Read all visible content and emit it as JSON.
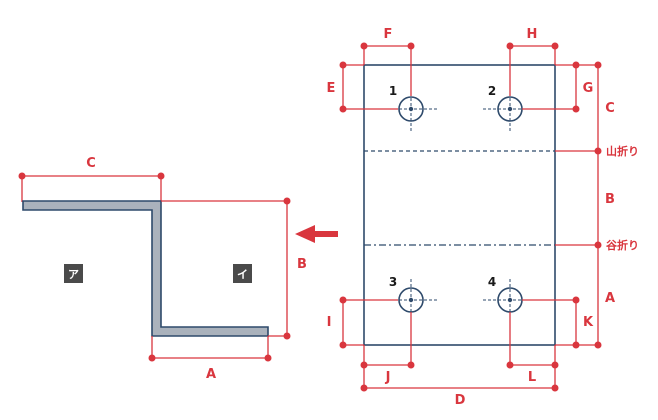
{
  "side_view": {
    "dimensions": {
      "top_flange": "C",
      "height": "B",
      "bottom_flange": "A"
    },
    "badges": {
      "left": "ア",
      "right": "イ"
    }
  },
  "plate": {
    "dimensions": {
      "E": "E",
      "F": "F",
      "G": "G",
      "H": "H",
      "C": "C",
      "B": "B",
      "A": "A",
      "I": "I",
      "J": "J",
      "K": "K",
      "L": "L",
      "D": "D"
    },
    "fold_lines": {
      "mountain": "山折り",
      "valley": "谷折り"
    },
    "holes": [
      "1",
      "2",
      "3",
      "4"
    ]
  },
  "colors": {
    "accent": "#d9363e",
    "outline": "#2e4a6b",
    "profile_fill": "#aab2bc",
    "badge": "#4a4a4a"
  }
}
